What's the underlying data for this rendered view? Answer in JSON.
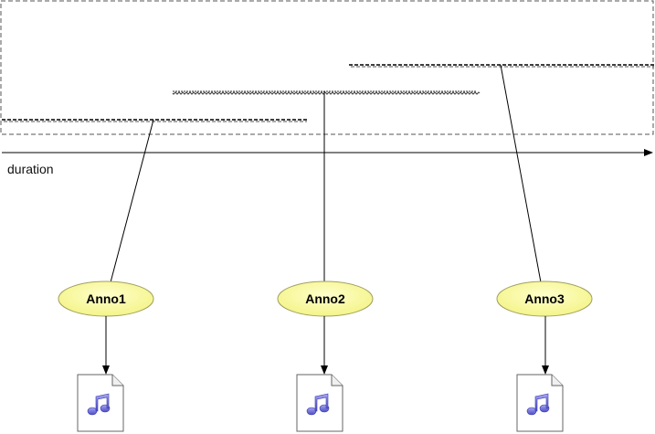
{
  "axis": {
    "label": "duration"
  },
  "segments": [
    {
      "id": "seg-1",
      "style": "dashed"
    },
    {
      "id": "seg-2",
      "style": "wavy"
    },
    {
      "id": "seg-3",
      "style": "dashed"
    }
  ],
  "annotations": [
    {
      "label": "Anno1",
      "file_icon": "music-file-icon"
    },
    {
      "label": "Anno2",
      "file_icon": "music-file-icon"
    },
    {
      "label": "Anno3",
      "file_icon": "music-file-icon"
    }
  ],
  "colors": {
    "ellipse_fill": "#ffff99",
    "ellipse_stroke": "#a0a060",
    "note_color": "#6a6ad8",
    "line": "#000000",
    "frame": "#555555"
  }
}
